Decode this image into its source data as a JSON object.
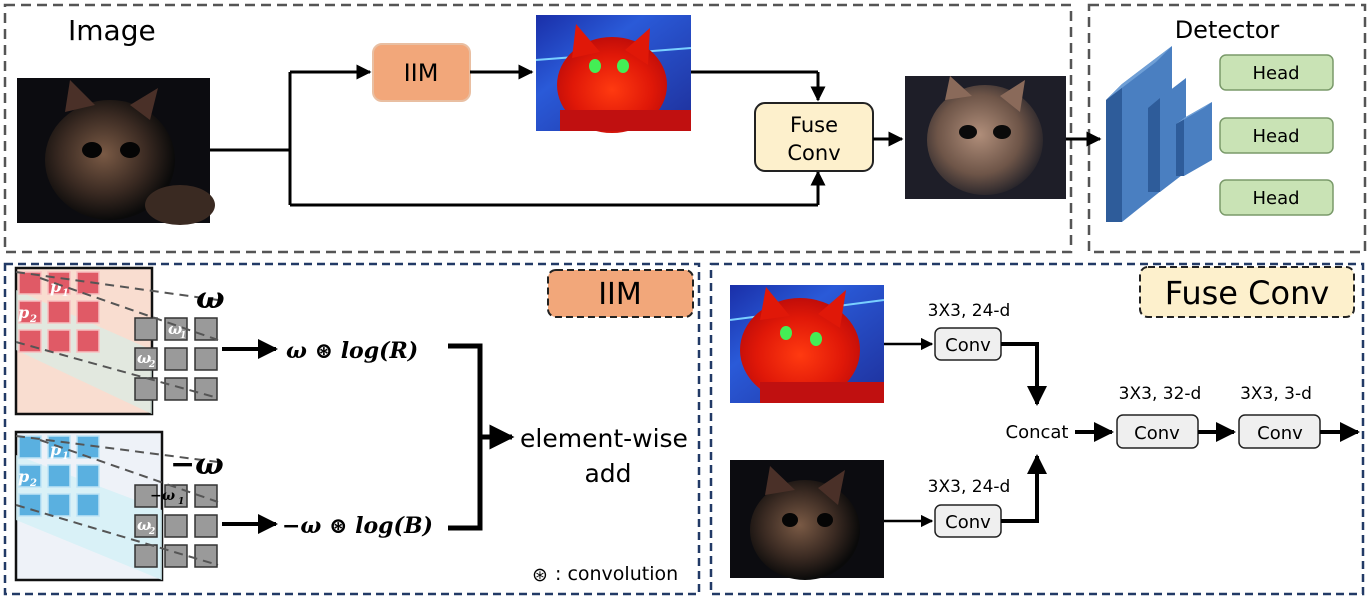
{
  "top": {
    "image_label": "Image",
    "iim_label": "IIM",
    "fuse_line1": "Fuse",
    "fuse_line2": "Conv",
    "detector_label": "Detector",
    "heads": [
      "Head",
      "Head",
      "Head"
    ]
  },
  "iim_panel": {
    "title": "IIM",
    "omega": "ω",
    "neg_omega": "−ω",
    "p1": "p",
    "p1_sub": "1",
    "p2": "p",
    "p2_sub": "2",
    "w1": "ω",
    "w1_sub": "1",
    "w2": "ω",
    "w2_sub": "2",
    "neg_w1": "−ω",
    "neg_w1_sub": "1",
    "expr_r": "ω ⊛ log(R)",
    "expr_b": "−ω ⊛ log(B)",
    "add_line1": "element-wise",
    "add_line2": "add",
    "legend_symbol": "⊛",
    "legend_text": ": convolution"
  },
  "fuse_panel": {
    "title": "Fuse Conv",
    "spec_top": "3X3, 24-d",
    "spec_bottom": "3X3, 24-d",
    "spec_mid1": "3X3, 32-d",
    "spec_mid2": "3X3, 3-d",
    "conv": "Conv",
    "concat": "Concat"
  },
  "colors": {
    "iim_fill": "#f2a77a",
    "fuse_fill": "#fdf0cc",
    "head_fill": "#c9e3b5",
    "detector_blue": "#4a7fc1",
    "panel_border": "#223a66",
    "red_cell": "#e05a66",
    "blue_cell": "#5ab0e0",
    "gray_cell": "#9a9a9a"
  }
}
